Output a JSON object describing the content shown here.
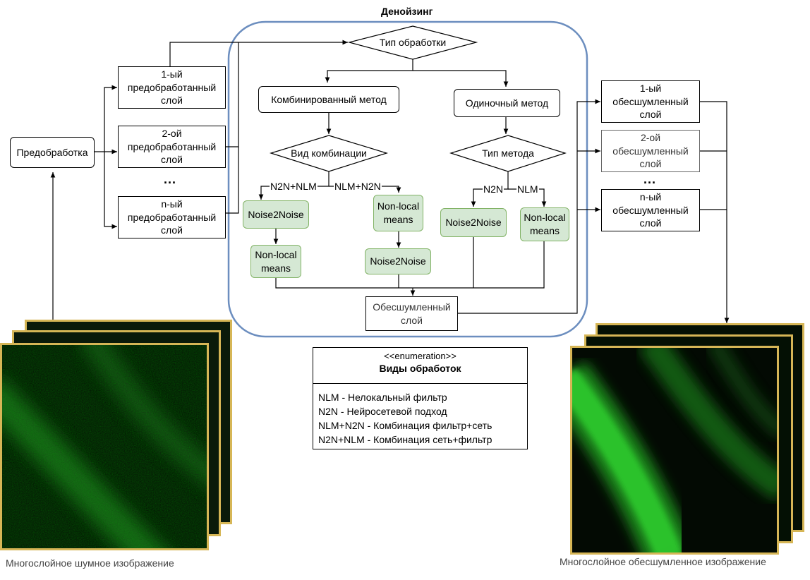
{
  "title": "Денойзинг",
  "nodes": {
    "preprocessing": "Предобработка",
    "layer1": "1-ый\nпредобработанный\nслой",
    "layer2": "2-ой\nпредобработанный\nслой",
    "layern": "n-ый\nпредобработанный\nслой",
    "layers_dots": "...",
    "processing_type": "Тип обработки",
    "combined_method": "Комбинированный метод",
    "single_method": "Одиночный метод",
    "combination_type": "Вид комбинации",
    "method_type": "Тип метода",
    "n2n_left": "Noise2Noise",
    "nlm_left": "Non-local\nmeans",
    "nlm_middle": "Non-local\nmeans",
    "n2n_middle": "Noise2Noise",
    "n2n_single": "Noise2Noise",
    "nlm_single": "Non-local\nmeans",
    "denoised_layer": "Обесшумленный\nслой",
    "out1": "1-ый\nобесшумленный\nслой",
    "out2": "2-ой\nобесшумленный\nслой",
    "outn": "n-ый\nобесшумленный\nслой",
    "out_dots": "..."
  },
  "edge_labels": {
    "n2n_nlm": "N2N+NLM",
    "nlm_n2n": "NLM+N2N",
    "n2n": "N2N",
    "nlm": "NLM"
  },
  "enumeration": {
    "stereotype": "<<enumeration>>",
    "title": "Виды обработок",
    "items": [
      "NLM - Нелокальный фильтр",
      "N2N - Нейросетевой подход",
      "NLM+N2N - Комбинация фильтр+сеть",
      "N2N+NLM - Комбинация сеть+фильтр"
    ]
  },
  "captions": {
    "noisy": "Многослойное шумное изображение",
    "denoised": "Многослойное обесшумленное изображение"
  },
  "colors": {
    "container_border": "#6c8ebf",
    "green_fill": "#d5e8d4",
    "green_border": "#82b366",
    "image_frame": "#d6b656",
    "image_signal": "#2ecc2e"
  }
}
